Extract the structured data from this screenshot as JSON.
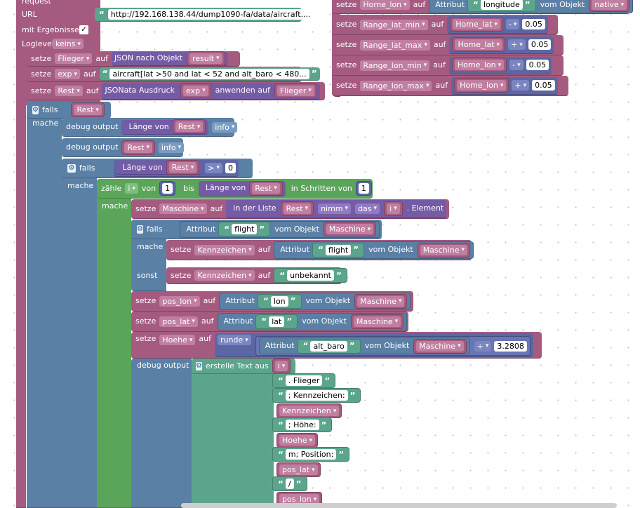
{
  "top_left": {
    "request": "request",
    "url_label": "URL",
    "url_value": "http://192.168.138.44/dump1090-fa/data/aircraft....",
    "mit_ergebnissen": "mit Ergebnissen",
    "mit_ergebnissen_checked": "✓",
    "loglevel_label": "Loglevel",
    "loglevel_value": "keins"
  },
  "set_flieger": {
    "setze": "setze",
    "var": "Flieger",
    "auf": "auf",
    "fn": "JSON nach Objekt",
    "arg": "result"
  },
  "set_exp": {
    "setze": "setze",
    "var": "exp",
    "auf": "auf",
    "value": "aircraft[lat >50 and lat < 52 and alt_baro < 480..."
  },
  "set_rest": {
    "setze": "setze",
    "var": "Rest",
    "auf": "auf",
    "fn": "JSONata Ausdruck",
    "arg1": "exp",
    "mid": "anwenden auf",
    "arg2": "Flieger"
  },
  "falls1": {
    "falls": "falls",
    "cond": "Rest",
    "mache": "mache"
  },
  "debug1": {
    "label": "debug output",
    "fn": "Länge von",
    "arg": "Rest",
    "level": "info"
  },
  "debug2": {
    "label": "debug output",
    "arg": "Rest",
    "level": "info"
  },
  "falls2": {
    "falls": "falls",
    "fn": "Länge von",
    "arg": "Rest",
    "op": ">",
    "num": "0",
    "mache": "mache"
  },
  "zaehle": {
    "label": "zähle",
    "var": "i",
    "von": "von",
    "from": "1",
    "bis": "bis",
    "fn": "Länge von",
    "arg": "Rest",
    "schritte": "in Schritten von",
    "step": "1",
    "mache": "mache"
  },
  "set_maschine": {
    "setze": "setze",
    "var": "Maschine",
    "auf": "auf",
    "in_liste": "in der Liste",
    "list": "Rest",
    "mode": "nimm",
    "das": "das",
    "idx": "i",
    "suffix": ". Element"
  },
  "falls3": {
    "falls": "falls",
    "attr": "Attribut",
    "attr_name": "flight",
    "vom": "vom Objekt",
    "obj": "Maschine",
    "mache": "mache",
    "sonst": "sonst"
  },
  "set_kenn1": {
    "setze": "setze",
    "var": "Kennzeichen",
    "auf": "auf",
    "attr": "Attribut",
    "attr_name": "flight",
    "vom": "vom Objekt",
    "obj": "Maschine"
  },
  "set_kenn2": {
    "setze": "setze",
    "var": "Kennzeichen",
    "auf": "auf",
    "value": "unbekannt"
  },
  "set_lon": {
    "setze": "setze",
    "var": "pos_lon",
    "auf": "auf",
    "attr": "Attribut",
    "attr_name": "lon",
    "vom": "vom Objekt",
    "obj": "Maschine"
  },
  "set_lat": {
    "setze": "setze",
    "var": "pos_lat",
    "auf": "auf",
    "attr": "Attribut",
    "attr_name": "lat",
    "vom": "vom Objekt",
    "obj": "Maschine"
  },
  "set_hoehe": {
    "setze": "setze",
    "var": "Hoehe",
    "auf": "auf",
    "round": "runde",
    "attr": "Attribut",
    "attr_name": "alt_baro",
    "vom": "vom Objekt",
    "obj": "Maschine",
    "op": "÷",
    "num": "3.2808"
  },
  "debug3": {
    "label": "debug output",
    "fn": "erstelle Text aus",
    "items": [
      "i",
      ". Flieger",
      "; Kennzeichen:",
      "Kennzeichen",
      "; Höhe:",
      "Hoehe",
      "m; Position:",
      "pos_lat",
      "/",
      "pos_lon"
    ]
  },
  "right": {
    "home_lon": {
      "setze": "setze",
      "var": "Home_lon",
      "auf": "auf",
      "attr": "Attribut",
      "attr_name": "longitude",
      "vom": "vom Objekt",
      "obj": "native"
    },
    "range_lat_min": {
      "setze": "setze",
      "var": "Range_lat_min",
      "auf": "auf",
      "base": "Home_lat",
      "op": "-",
      "num": "0.05"
    },
    "range_lat_max": {
      "setze": "setze",
      "var": "Range_lat_max",
      "auf": "auf",
      "base": "Home_lat",
      "op": "+",
      "num": "0.05"
    },
    "range_lon_min": {
      "setze": "setze",
      "var": "Range_lon_min",
      "auf": "auf",
      "base": "Home_lon",
      "op": "-",
      "num": "0.05"
    },
    "range_lon_max": {
      "setze": "setze",
      "var": "Range_lon_max",
      "auf": "auf",
      "base": "Home_lon",
      "op": "+",
      "num": "0.05"
    }
  }
}
